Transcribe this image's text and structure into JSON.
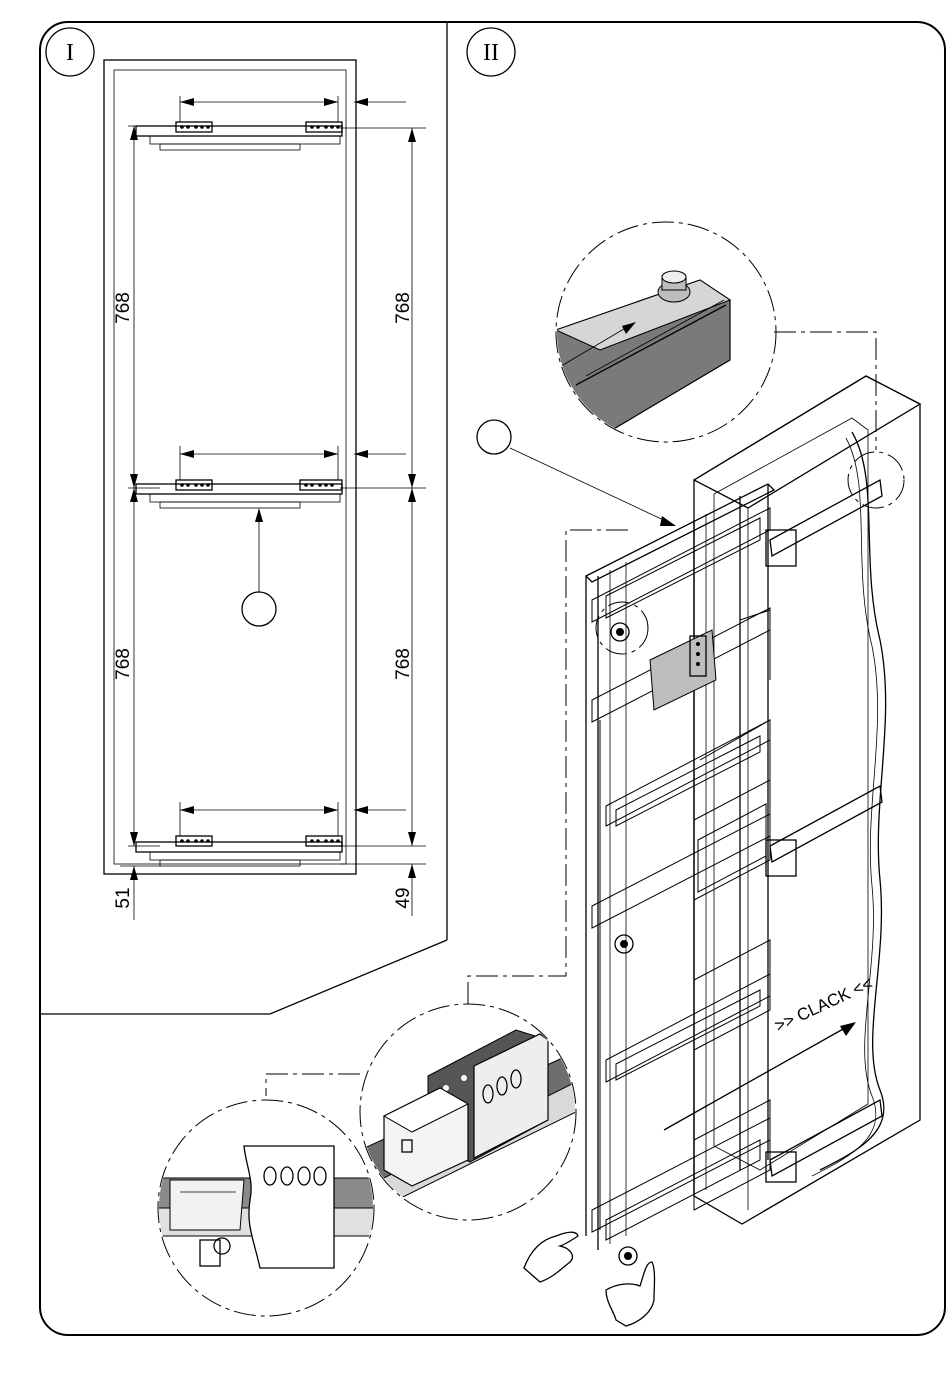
{
  "panels": {
    "panel_1": {
      "label": "I"
    },
    "panel_2": {
      "label": "II"
    }
  },
  "dimensions": {
    "left_upper": "768",
    "left_lower": "768",
    "right_upper": "768",
    "right_lower": "768",
    "bottom_left": "51",
    "bottom_right": "49"
  },
  "annotations": {
    "clack": ">> CLACK <<"
  }
}
